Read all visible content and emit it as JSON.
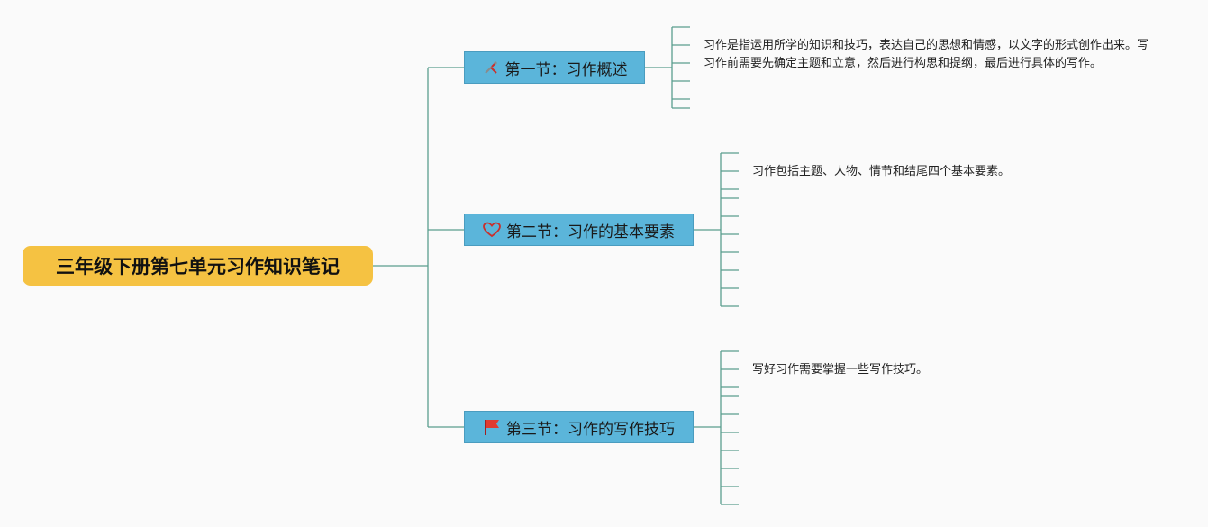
{
  "title": "三年级下册第七单元习作知识笔记",
  "colors": {
    "root_bg": "#f5c242",
    "topic_bg": "#5bb5da",
    "line": "#5a9e8e",
    "background": "#fafafa"
  },
  "sections": [
    {
      "icon": "tools-icon",
      "title": "第一节：习作概述",
      "note": "习作是指运用所学的知识和技巧，表达自己的思想和情感，以文字的形式创作出来。写习作前需要先确定主题和立意，然后进行构思和提纲，最后进行具体的写作。"
    },
    {
      "icon": "heart-icon",
      "title": "第二节：习作的基本要素",
      "note": "习作包括主题、人物、情节和结尾四个基本要素。"
    },
    {
      "icon": "red-flag-icon",
      "title": "第三节：习作的写作技巧",
      "note": "写好习作需要掌握一些写作技巧。"
    }
  ]
}
